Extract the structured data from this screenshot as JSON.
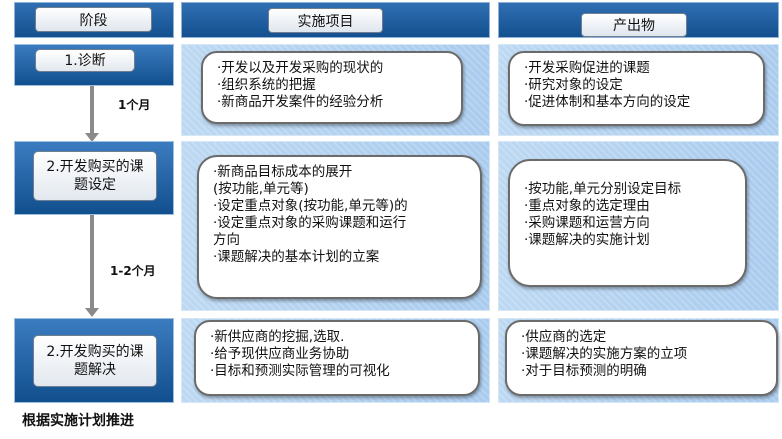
{
  "headers": {
    "stage": "阶段",
    "items": "实施项目",
    "outputs": "产出物"
  },
  "phases": [
    {
      "label": "1.诊断"
    },
    {
      "label": "2.开发购买的课题设定"
    },
    {
      "label": "2.开发购买的课题解决"
    }
  ],
  "durations": [
    "1个月",
    "1-2个月"
  ],
  "rows": [
    {
      "items": [
        "·开发以及开发采购的现状的",
        "·组织系统的把握",
        "·新商品开发案件的经验分析"
      ],
      "outputs": [
        "·开发采购促进的课题",
        "·研究对象的设定",
        "·促进体制和基本方向的设定"
      ]
    },
    {
      "items": [
        "·新商品目标成本的展开",
        "(按功能,单元等)",
        "·设定重点对象(按功能,单元等)的",
        "·设定重点对象的采购课题和运行",
        "方向",
        "·课题解决的基本计划的立案"
      ],
      "outputs": [
        "·按功能,单元分别设定目标",
        "·重点对象的选定理由",
        "·采购课题和运营方向",
        "·课题解决的实施计划"
      ]
    },
    {
      "items": [
        "·新供应商的挖掘,选取.",
        "·给予现供应商业务协助",
        "·目标和预测实际管理的可视化"
      ],
      "outputs": [
        "·供应商的选定",
        "·课题解决的实施方案的立项",
        "·对于目标预测的明确"
      ]
    }
  ],
  "footer": "根据实施计划推进"
}
